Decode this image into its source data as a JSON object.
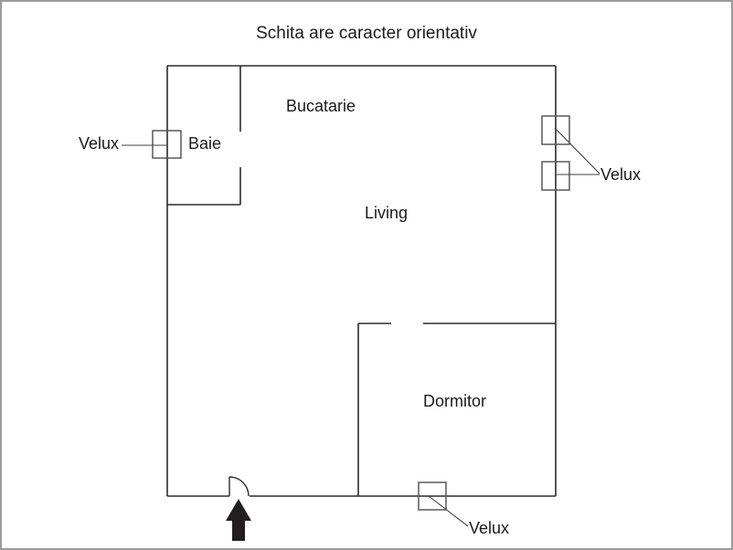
{
  "title": "Schita are caracter orientativ",
  "rooms": {
    "baie": "Baie",
    "bucatarie": "Bucatarie",
    "living": "Living",
    "dormitor": "Dormitor"
  },
  "windows": {
    "left_label": "Velux",
    "right_label": "Velux",
    "bottom_label": "Velux"
  },
  "colors": {
    "wall": "#2b2b2b",
    "window_outline": "#58595b",
    "leader_line": "#404041",
    "arrow": "#231f20",
    "frame_border": "#9b9b9b",
    "text": "#1b1b1b",
    "background": "#ffffff"
  }
}
